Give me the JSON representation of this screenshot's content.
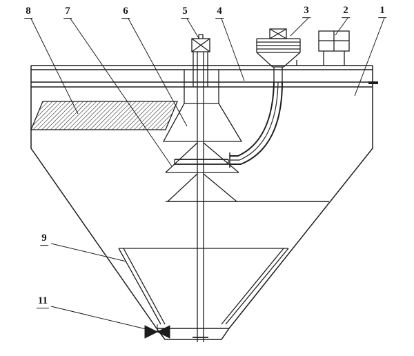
{
  "figure": {
    "background_color": "#ffffff",
    "line_color": "#1c1c1c"
  },
  "parts": {
    "p1": "1",
    "p2": "2",
    "p3": "3",
    "p4": "4",
    "p5": "5",
    "p6": "6",
    "p7": "7",
    "p8": "8",
    "p9": "9",
    "p11": "11"
  }
}
